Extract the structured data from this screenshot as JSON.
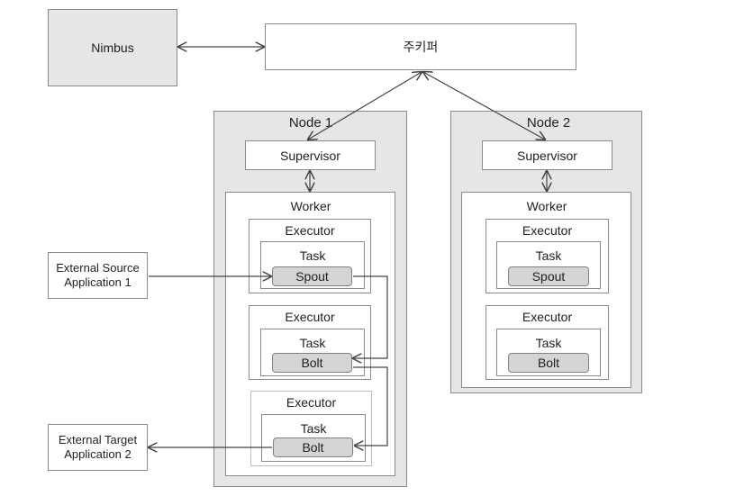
{
  "nimbus": "Nimbus",
  "zookeeper": "주키퍼",
  "nodes": [
    {
      "title": "Node 1",
      "supervisor": "Supervisor",
      "worker": "Worker",
      "executors": [
        {
          "label": "Executor",
          "task": "Task",
          "component": "Spout"
        },
        {
          "label": "Executor",
          "task": "Task",
          "component": "Bolt"
        },
        {
          "label": "Executor",
          "task": "Task",
          "component": "Bolt"
        }
      ]
    },
    {
      "title": "Node 2",
      "supervisor": "Supervisor",
      "worker": "Worker",
      "executors": [
        {
          "label": "Executor",
          "task": "Task",
          "component": "Spout"
        },
        {
          "label": "Executor",
          "task": "Task",
          "component": "Bolt"
        }
      ]
    }
  ],
  "external_source": {
    "line1": "External Source",
    "line2": "Application 1"
  },
  "external_target": {
    "line1": "External Target",
    "line2": "Application 2"
  }
}
